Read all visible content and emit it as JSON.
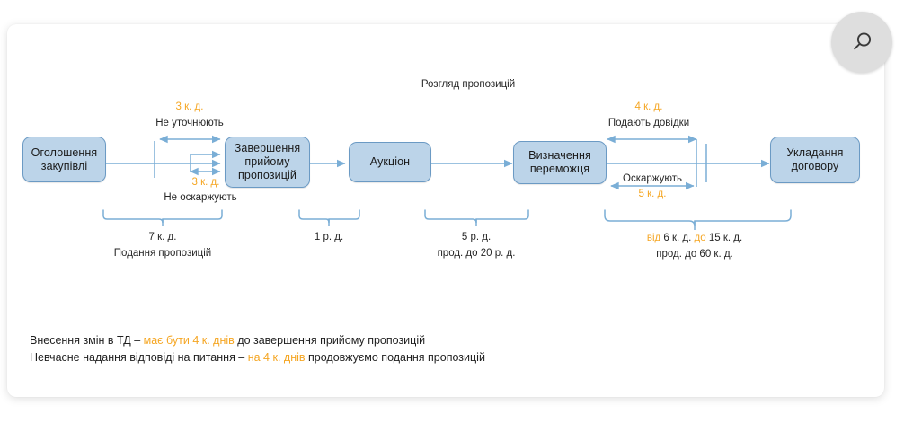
{
  "window": {
    "background": "#ffffff",
    "card_background": "#ffffff"
  },
  "fab": {
    "icon": "magnifier-icon",
    "label": "Zoom",
    "background": "#dedede"
  },
  "colors": {
    "node_fill": "#bcd4e9",
    "node_stroke": "#6b9ac4",
    "connector": "#7aaed6",
    "accent_amber": "#f5a623",
    "text": "#262626"
  },
  "diagram": {
    "title": "Розгляд пропозицій",
    "nodes": [
      {
        "id": "announce",
        "label": "Оголошення\nзакупівлі"
      },
      {
        "id": "close",
        "label": "Завершення\nприйому\nпропозицій"
      },
      {
        "id": "auction",
        "label": "Аукціон"
      },
      {
        "id": "winner",
        "label": "Визначення\nпереможця"
      },
      {
        "id": "contract",
        "label": "Укладання\nдоговору"
      }
    ],
    "node_labels": {
      "announce_l1": "Оголошення",
      "announce_l2": "закупівлі",
      "close_l1": "Завершення",
      "close_l2": "прийому",
      "close_l3": "пропозицій",
      "auction_l1": "Аукціон",
      "winner_l1": "Визначення",
      "winner_l2": "переможця",
      "contract_l1": "Укладання",
      "contract_l2": "договору"
    },
    "annotations": [
      {
        "id": "clarify",
        "duration": "3 к. д.",
        "caption": "Не уточнюють"
      },
      {
        "id": "appeal1",
        "duration": "3 к. д.",
        "caption": "Не оскаржують"
      },
      {
        "id": "certs",
        "duration": "4  к. д.",
        "caption": "Подають довідки"
      },
      {
        "id": "appeal2",
        "duration": "5  к. д.",
        "caption": "Оскаржують"
      }
    ],
    "brackets": [
      {
        "id": "submit",
        "value": "7 к. д.",
        "caption": "Подання пропозицій",
        "caption2": ""
      },
      {
        "id": "auction",
        "value": "1 р. д.",
        "caption": "",
        "caption2": ""
      },
      {
        "id": "review",
        "value": "5 р. д.",
        "caption": "прод. до 20 р. д.",
        "caption2": ""
      },
      {
        "id": "signing",
        "value_pre": "від",
        "value_mid": "6 к. д.",
        "value_link": "до",
        "value_post": "15 к. д.",
        "caption": "прод. до 60 к. д."
      }
    ]
  },
  "notes": {
    "line1_a": "Внесення змін в ТД – ",
    "line1_b": "має бути 4 к. днів",
    "line1_c": " до завершення прийому пропозицій",
    "line2_a": "Невчасне надання відповіді на питання – ",
    "line2_b": "на 4 к. днів",
    "line2_c": " продовжуємо подання пропозицій"
  }
}
